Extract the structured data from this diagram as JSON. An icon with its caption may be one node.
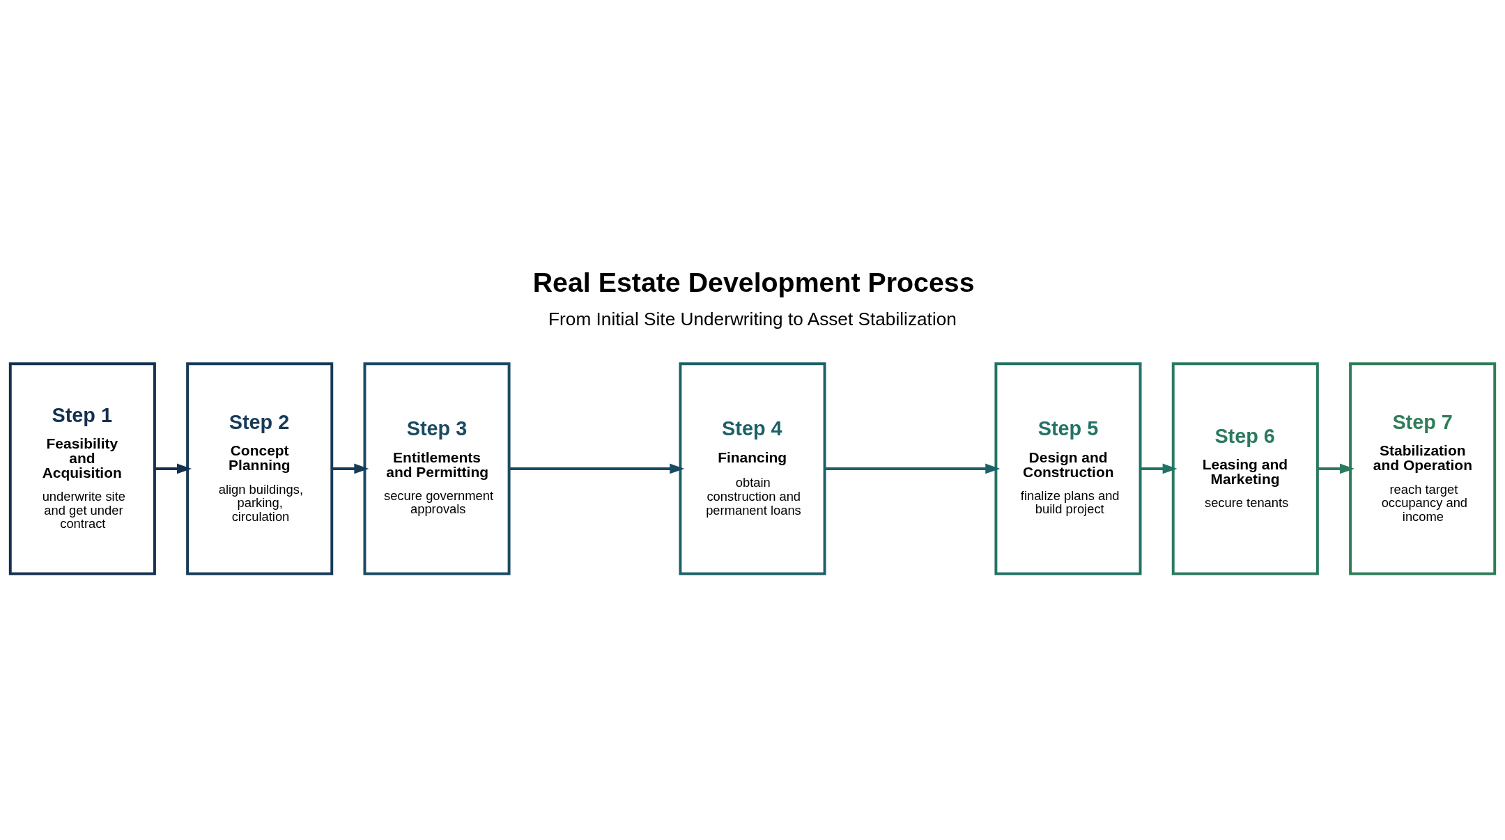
{
  "diagram": {
    "title": "Real Estate Development Process",
    "nodes": [
      {
        "text": [
          "Step 1",
          "Feasibility and Acquisition",
          "underwrite site and get under contract"
        ]
      },
      {
        "text": [
          "Step 2",
          "Concept Planning",
          "align buildings, parking, circulation"
        ]
      },
      {
        "text": [
          "Step 3",
          "Entitlements and Permitting",
          "secure government approvals"
        ]
      },
      {
        "text": [
          "Step 4",
          "Financing",
          "obtain construction and permanent loans"
        ]
      },
      {
        "text": [
          "Step 5",
          "Design and Construction",
          "finalize plans and build project"
        ]
      },
      {
        "text": [
          "Step 6",
          "Leasing and Marketing",
          "secure tenants"
        ]
      },
      {
        "text": [
          "Step 7",
          "Stabilization and Operation",
          "reach target occupancy and income"
        ]
      }
    ],
    "edges": [
      {
        "from": 0,
        "to": 1,
        "arrow": "to"
      },
      {
        "from": 1,
        "to": 2,
        "arrow": "to"
      },
      {
        "from": 2,
        "to": 3,
        "arrow": "to"
      },
      {
        "from": 3,
        "to": 4,
        "arrow": "to"
      },
      {
        "from": 4,
        "to": 5,
        "arrow": "to"
      },
      {
        "from": 5,
        "to": 6,
        "arrow": "to"
      }
    ],
    "labels": [
      "From Initial Site Underwriting to Asset Stabilization"
    ]
  }
}
